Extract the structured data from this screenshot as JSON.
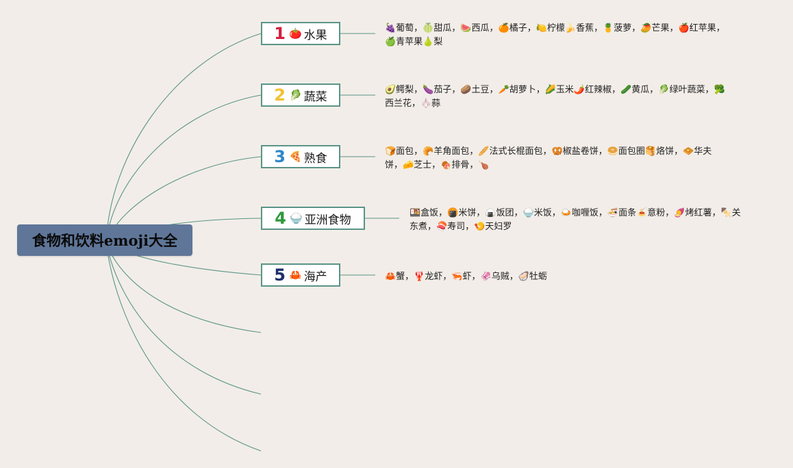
{
  "root": {
    "title": "食物和饮料emoji大全"
  },
  "topics": [
    {
      "number": "1",
      "number_color": "#d61f3c",
      "emoji": "🍅",
      "label": "水果",
      "items": "🍇葡萄，🍈甜瓜，🍉西瓜，🍊橘子，🍋柠檬🍌香蕉，🍍菠萝，🥭芒果，🍎红苹果，🍏青苹果🍐梨"
    },
    {
      "number": "2",
      "number_color": "#f1c232",
      "emoji": "🥬",
      "label": "蔬菜",
      "items": "🥑鳄梨，🍆茄子，🥔土豆，🥕胡萝卜，🌽玉米🌶️红辣椒，🥒黄瓜，🥬绿叶蔬菜，🥦西兰花，🧄蒜"
    },
    {
      "number": "3",
      "number_color": "#2f86c8",
      "emoji": "🍕",
      "label": "熟食",
      "items": "🍞面包，🥐羊角面包，🥖法式长棍面包，🥨椒盐卷饼，🥯面包圈🥞烙饼，🧇华夫饼，🧀芝士，🍖排骨，🍗"
    },
    {
      "number": "4",
      "number_color": "#2d9a3c",
      "emoji": "🍚",
      "label": "亚洲食物",
      "items": "🍱盒饭，🍘米饼，🍙饭团，🍚米饭，🍛咖喱饭，🍜面条🍝意粉，🍠烤红薯，🍢关东煮，🍣寿司，🍤天妇罗"
    },
    {
      "number": "5",
      "number_color": "#1b2f6b",
      "emoji": "🦀",
      "label": "海产",
      "items": "🦀蟹，🦞龙虾，🦐虾，🦑乌贼，🦪牡蛎"
    }
  ],
  "colors": {
    "background": "#f2ede8",
    "root_fill": "#5f7698",
    "line": "#5a9487",
    "topic_fill": "#ffffff"
  }
}
